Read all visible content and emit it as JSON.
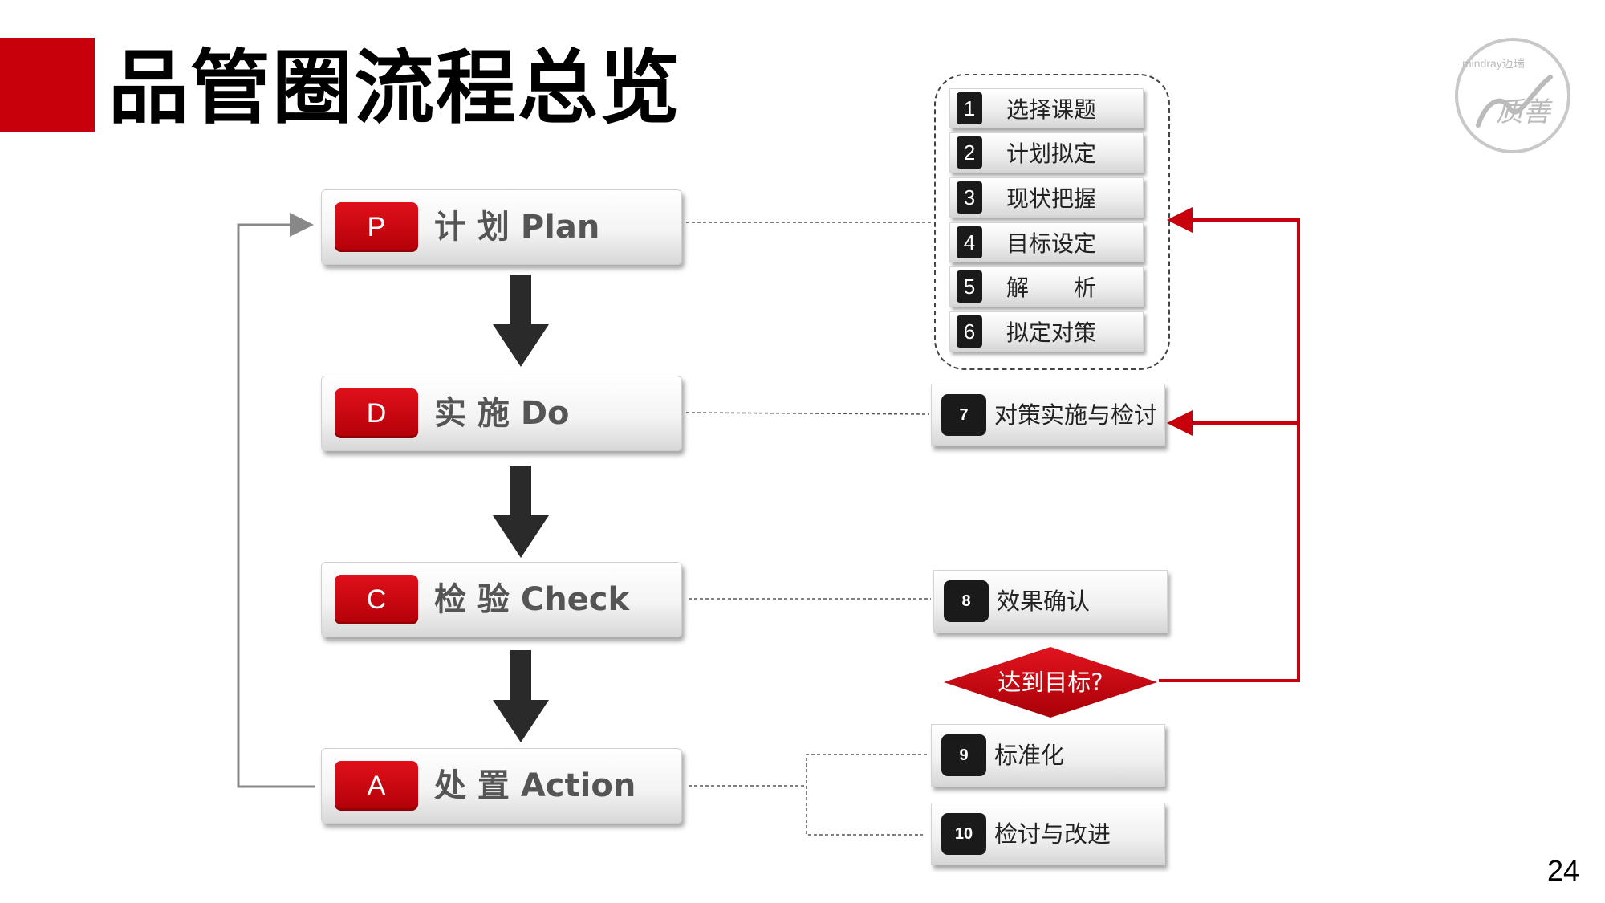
{
  "title": "品管圈流程总览",
  "page_number": "24",
  "logo": {
    "brand_text": "mindray迈瑞",
    "script_text": "质善"
  },
  "colors": {
    "accent": "#c8000b",
    "dark": "#1a1a1a"
  },
  "phases": [
    {
      "badge": "P",
      "label": "计 划 Plan"
    },
    {
      "badge": "D",
      "label": "实 施 Do"
    },
    {
      "badge": "C",
      "label": "检 验 Check"
    },
    {
      "badge": "A",
      "label": "处 置 Action"
    }
  ],
  "plan_steps": [
    {
      "num": "1",
      "text": "选择课题"
    },
    {
      "num": "2",
      "text": "计划拟定"
    },
    {
      "num": "3",
      "text": "现状把握"
    },
    {
      "num": "4",
      "text": "目标设定"
    },
    {
      "num": "5",
      "text": "解　　析"
    },
    {
      "num": "6",
      "text": "拟定对策"
    }
  ],
  "do_step": {
    "num": "7",
    "text": "对策实施与检讨"
  },
  "check_step": {
    "num": "8",
    "text": "效果确认"
  },
  "decision": {
    "text": "达到目标?"
  },
  "action_steps": [
    {
      "num": "9",
      "text": "标准化"
    },
    {
      "num": "10",
      "text": "检讨与改进"
    }
  ]
}
